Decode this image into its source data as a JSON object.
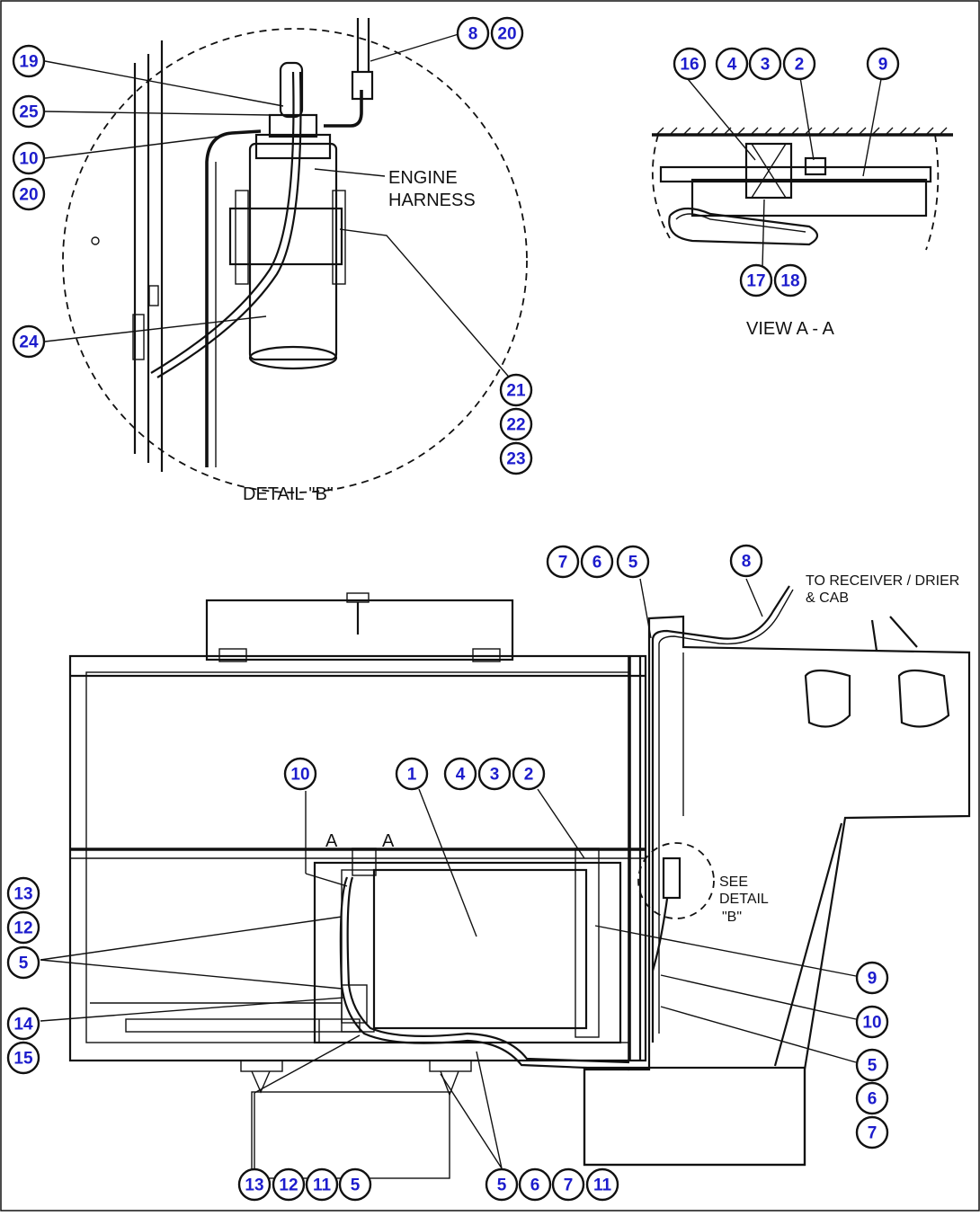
{
  "labels": {
    "engine_harness_1": "ENGINE",
    "engine_harness_2": "HARNESS",
    "detail_b": "DETAIL \"B\"",
    "view_aa": "VIEW A - A",
    "to_receiver_1": "TO RECEIVER / DRIER",
    "to_receiver_2": "& CAB",
    "see_detail_1": "SEE",
    "see_detail_2": "DETAIL",
    "see_detail_3": "\"B\"",
    "section_a_left": "A",
    "section_a_right": "A"
  },
  "balloons": [
    {
      "n": "8"
    },
    {
      "n": "20"
    },
    {
      "n": "19"
    },
    {
      "n": "25"
    },
    {
      "n": "10"
    },
    {
      "n": "20"
    },
    {
      "n": "24"
    },
    {
      "n": "21"
    },
    {
      "n": "22"
    },
    {
      "n": "23"
    },
    {
      "n": "16"
    },
    {
      "n": "4"
    },
    {
      "n": "3"
    },
    {
      "n": "2"
    },
    {
      "n": "9"
    },
    {
      "n": "17"
    },
    {
      "n": "18"
    },
    {
      "n": "7"
    },
    {
      "n": "6"
    },
    {
      "n": "5"
    },
    {
      "n": "8"
    },
    {
      "n": "10"
    },
    {
      "n": "1"
    },
    {
      "n": "4"
    },
    {
      "n": "3"
    },
    {
      "n": "2"
    },
    {
      "n": "13"
    },
    {
      "n": "12"
    },
    {
      "n": "5"
    },
    {
      "n": "14"
    },
    {
      "n": "15"
    },
    {
      "n": "9"
    },
    {
      "n": "10"
    },
    {
      "n": "5"
    },
    {
      "n": "6"
    },
    {
      "n": "7"
    },
    {
      "n": "13"
    },
    {
      "n": "12"
    },
    {
      "n": "11"
    },
    {
      "n": "5"
    },
    {
      "n": "5"
    },
    {
      "n": "6"
    },
    {
      "n": "7"
    },
    {
      "n": "11"
    }
  ],
  "colors": {
    "balloon_text": "#1c1ccc",
    "line": "#111111"
  }
}
